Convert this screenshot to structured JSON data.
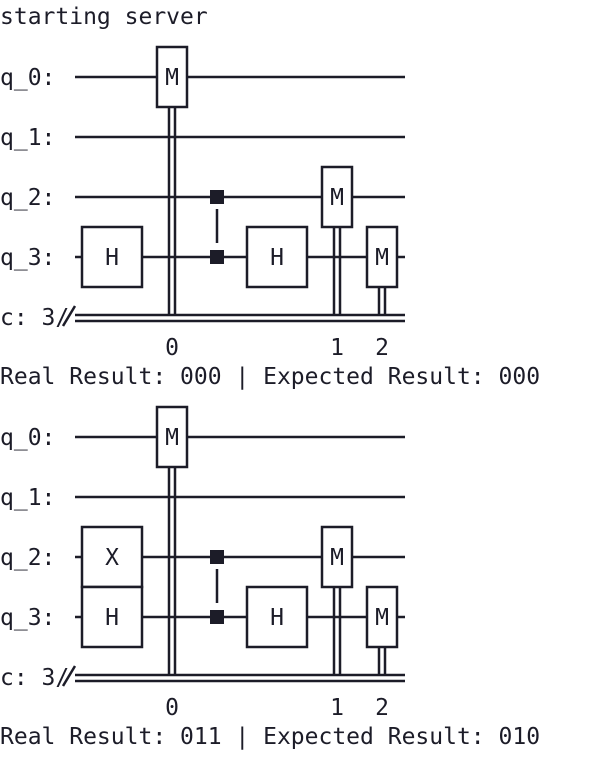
{
  "log": {
    "start_line": "starting server"
  },
  "circuits": [
    {
      "wires": [
        "q_0:",
        "q_1:",
        "q_2:",
        "q_3:"
      ],
      "classical_label": "c: 3/",
      "gates": [
        {
          "label": "H",
          "qubit": 3,
          "col": 0
        },
        {
          "label": "H",
          "qubit": 3,
          "col": 2
        }
      ],
      "measurements": [
        {
          "label": "M",
          "qubit": 0,
          "bit": "0"
        },
        {
          "label": "M",
          "qubit": 2,
          "bit": "1"
        },
        {
          "label": "M",
          "qubit": 3,
          "bit": "2"
        }
      ],
      "result_line": "Real Result: 000 | Expected Result: 000"
    },
    {
      "wires": [
        "q_0:",
        "q_1:",
        "q_2:",
        "q_3:"
      ],
      "classical_label": "c: 3/",
      "gates": [
        {
          "label": "X",
          "qubit": 2,
          "col": 0
        },
        {
          "label": "H",
          "qubit": 3,
          "col": 0
        },
        {
          "label": "H",
          "qubit": 3,
          "col": 2
        }
      ],
      "measurements": [
        {
          "label": "M",
          "qubit": 0,
          "bit": "0"
        },
        {
          "label": "M",
          "qubit": 2,
          "bit": "1"
        },
        {
          "label": "M",
          "qubit": 3,
          "bit": "2"
        }
      ],
      "result_line": "Real Result: 011 | Expected Result: 010"
    }
  ]
}
